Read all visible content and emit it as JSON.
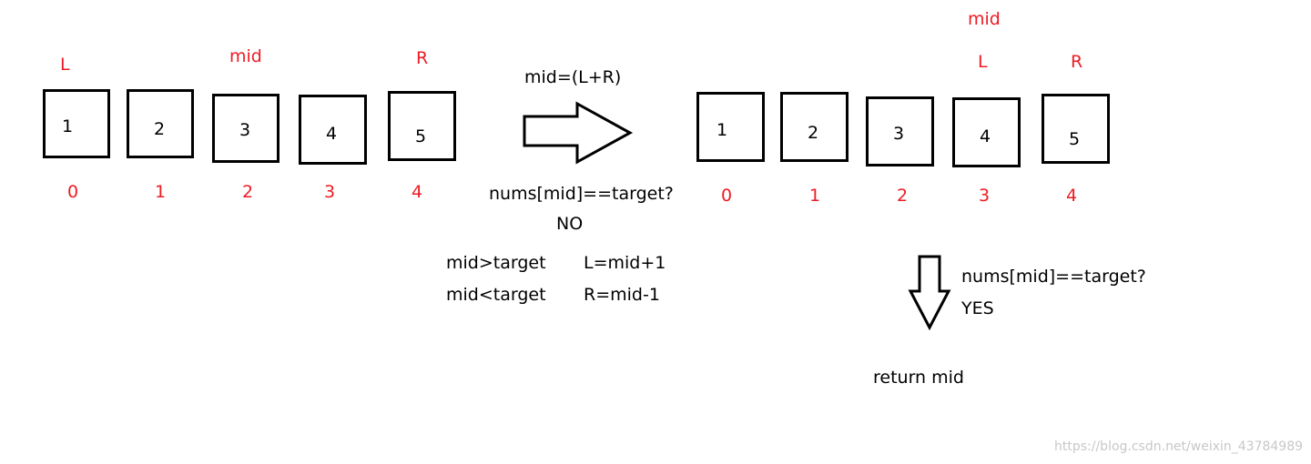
{
  "left_state": {
    "boxes": [
      "1",
      "2",
      "3",
      "4",
      "5"
    ],
    "indices": [
      "0",
      "1",
      "2",
      "3",
      "4"
    ],
    "pointers": {
      "L": "L",
      "mid": "mid",
      "R": "R"
    }
  },
  "right_state": {
    "boxes": [
      "1",
      "2",
      "3",
      "4",
      "5"
    ],
    "indices": [
      "0",
      "1",
      "2",
      "3",
      "4"
    ],
    "pointers": {
      "mid": "mid",
      "L": "L",
      "R": "R"
    }
  },
  "step": {
    "formula": "mid=(L+R)",
    "question": "nums[mid]==target?",
    "answer": "NO",
    "rules": [
      {
        "cond": "mid>target",
        "action": "L=mid+1"
      },
      {
        "cond": "mid<target",
        "action": "R=mid-1"
      }
    ]
  },
  "final": {
    "question": "nums[mid]==target?",
    "answer": "YES",
    "result": "return mid"
  },
  "colors": {
    "pointer": "#ed1c24",
    "stroke": "#000000",
    "watermark": "#c8c8c8"
  },
  "watermark": "https://blog.csdn.net/weixin_43784989"
}
